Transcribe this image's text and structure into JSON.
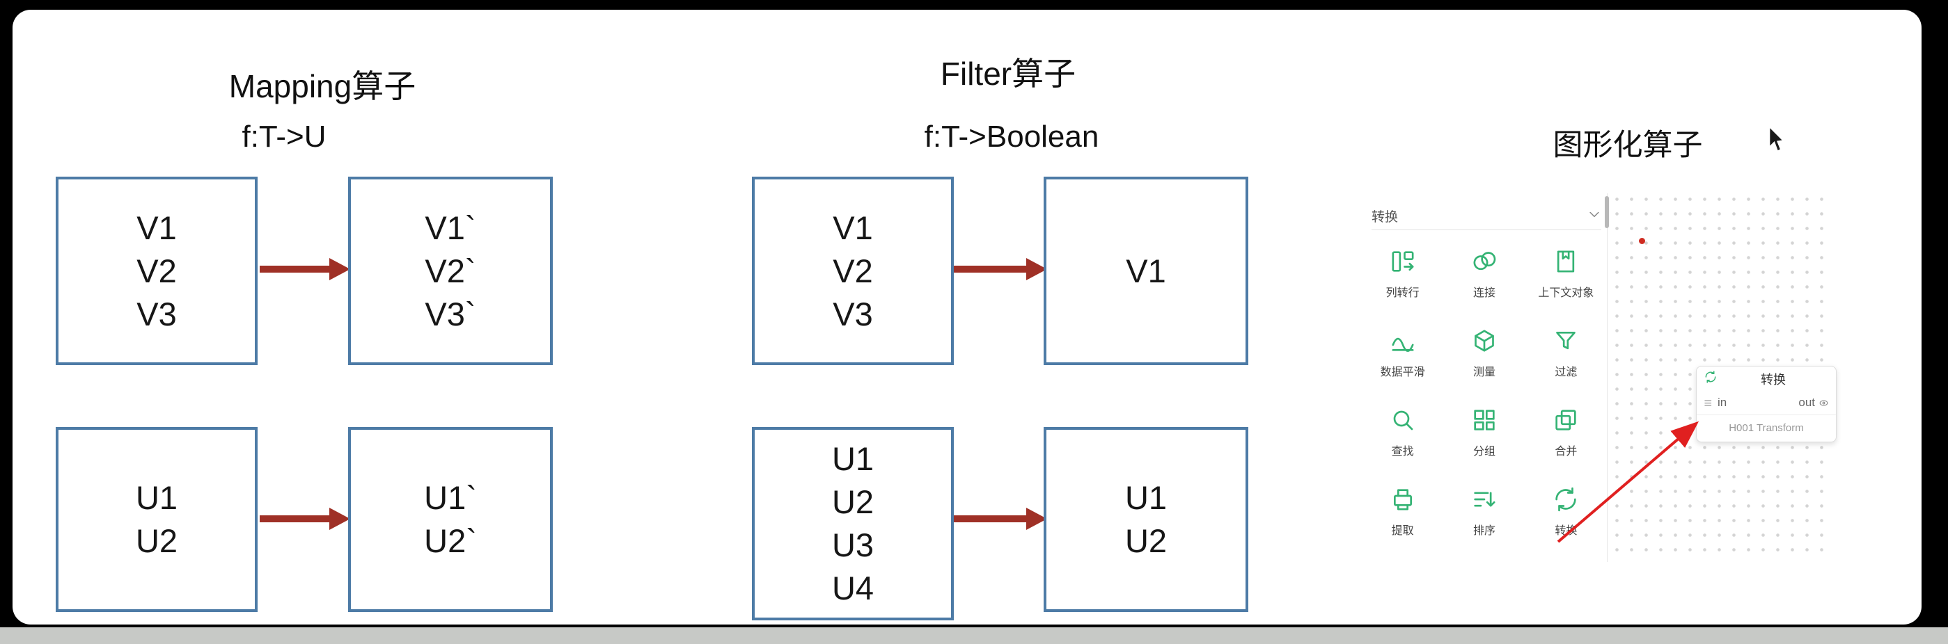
{
  "slide": {
    "mapping": {
      "title": "Mapping算子",
      "subtitle": "f:T->U",
      "box1": [
        "V1",
        "V2",
        "V3"
      ],
      "box2": [
        "V1`",
        "V2`",
        "V3`"
      ],
      "box3": [
        "U1",
        "U2"
      ],
      "box4": [
        "U1`",
        "U2`"
      ]
    },
    "filter": {
      "title": "Filter算子",
      "subtitle": "f:T->Boolean",
      "box1": [
        "V1",
        "V2",
        "V3"
      ],
      "box2": [
        "V1"
      ],
      "box3": [
        "U1",
        "U2",
        "U3",
        "U4"
      ],
      "box4": [
        "U1",
        "U2"
      ]
    },
    "graphical": {
      "title": "图形化算子",
      "toolbox": {
        "dropdown": "转换",
        "items": [
          {
            "label": "列转行",
            "icon": "column-to-row-icon"
          },
          {
            "label": "连接",
            "icon": "join-icon"
          },
          {
            "label": "上下文对象",
            "icon": "context-icon"
          },
          {
            "label": "数据平滑",
            "icon": "smooth-icon"
          },
          {
            "label": "测量",
            "icon": "measure-icon"
          },
          {
            "label": "过滤",
            "icon": "filter-icon"
          },
          {
            "label": "查找",
            "icon": "search-icon"
          },
          {
            "label": "分组",
            "icon": "group-icon"
          },
          {
            "label": "合并",
            "icon": "merge-icon"
          },
          {
            "label": "提取",
            "icon": "extract-icon"
          },
          {
            "label": "排序",
            "icon": "sort-icon"
          },
          {
            "label": "转换",
            "icon": "transform-icon"
          }
        ]
      },
      "node": {
        "title": "转换",
        "in_label": "in",
        "out_label": "out",
        "name": "H001 Transform"
      }
    }
  },
  "colors": {
    "box_border": "#4d7ba6",
    "diagram_arrow": "#9f3026",
    "canvas_arrow": "#e02020",
    "icon_green": "#34b374",
    "red_dot": "#cf2b20"
  }
}
